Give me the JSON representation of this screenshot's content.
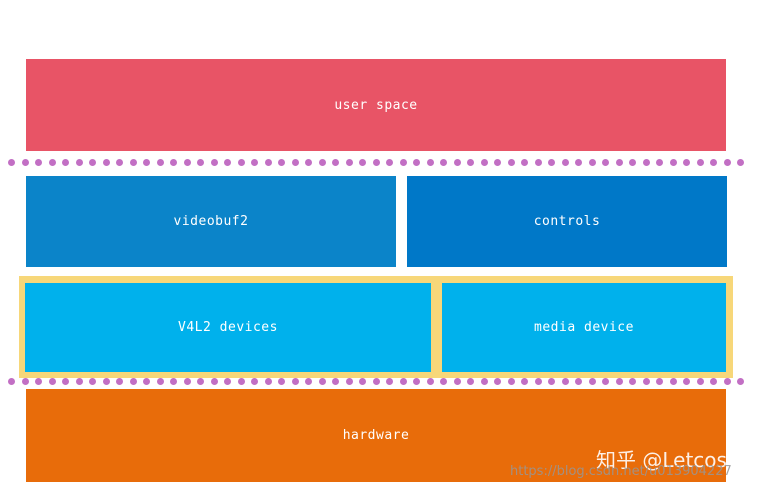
{
  "diagram": {
    "layers": {
      "user_space": "user space",
      "videobuf2": "videobuf2",
      "controls": "controls",
      "v4l2_devices": "V4L2 devices",
      "media_device": "media device",
      "hardware": "hardware"
    },
    "colors": {
      "user_space": "#e85466",
      "videobuf2": "#0b84c9",
      "controls": "#0078c8",
      "v4l2_devices": "#00b1ec",
      "media_device": "#00b1ec",
      "highlight_frame": "#f7d779",
      "hardware": "#e86c0a",
      "dotted_divider": "#c26fc4"
    }
  },
  "watermark": {
    "author": "知乎 @Letcos",
    "url": "https://blog.csdn.net/u013904227"
  }
}
